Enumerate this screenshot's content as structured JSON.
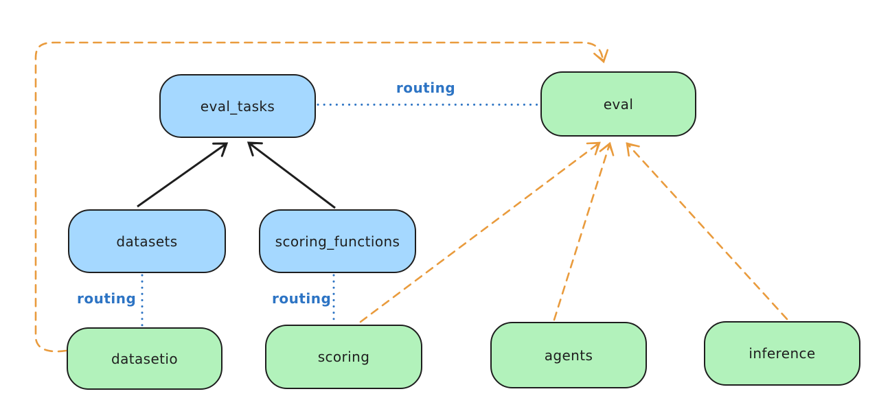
{
  "nodes": {
    "eval_tasks": {
      "label": "eval_tasks",
      "fill": "blue"
    },
    "eval": {
      "label": "eval",
      "fill": "green"
    },
    "datasets": {
      "label": "datasets",
      "fill": "blue"
    },
    "scoring_functions": {
      "label": "scoring_functions",
      "fill": "blue"
    },
    "datasetio": {
      "label": "datasetio",
      "fill": "green"
    },
    "scoring": {
      "label": "scoring",
      "fill": "green"
    },
    "agents": {
      "label": "agents",
      "fill": "green"
    },
    "inference": {
      "label": "inference",
      "fill": "green"
    }
  },
  "edge_labels": {
    "routing": "routing"
  },
  "edges": [
    {
      "from": "datasets",
      "to": "eval_tasks",
      "style": "solid-black-arrow"
    },
    {
      "from": "scoring_functions",
      "to": "eval_tasks",
      "style": "solid-black-arrow"
    },
    {
      "from": "eval_tasks",
      "to": "eval",
      "style": "dotted-blue",
      "label": "routing"
    },
    {
      "from": "datasets",
      "to": "datasetio",
      "style": "dotted-blue",
      "label": "routing"
    },
    {
      "from": "scoring_functions",
      "to": "scoring",
      "style": "dotted-blue",
      "label": "routing"
    },
    {
      "from": "datasetio",
      "to": "eval",
      "style": "dashed-orange-arrow"
    },
    {
      "from": "scoring",
      "to": "eval",
      "style": "dashed-orange-arrow"
    },
    {
      "from": "agents",
      "to": "eval",
      "style": "dashed-orange-arrow"
    },
    {
      "from": "inference",
      "to": "eval",
      "style": "dashed-orange-arrow"
    }
  ],
  "colors": {
    "node_blue_fill": "#a5d8ff",
    "node_green_fill": "#b2f2bb",
    "node_stroke": "#1e1e1e",
    "routing_blue": "#2d74c4",
    "arrow_black": "#1e1e1e",
    "arrow_orange": "#e99b3d",
    "background": "#ffffff"
  }
}
